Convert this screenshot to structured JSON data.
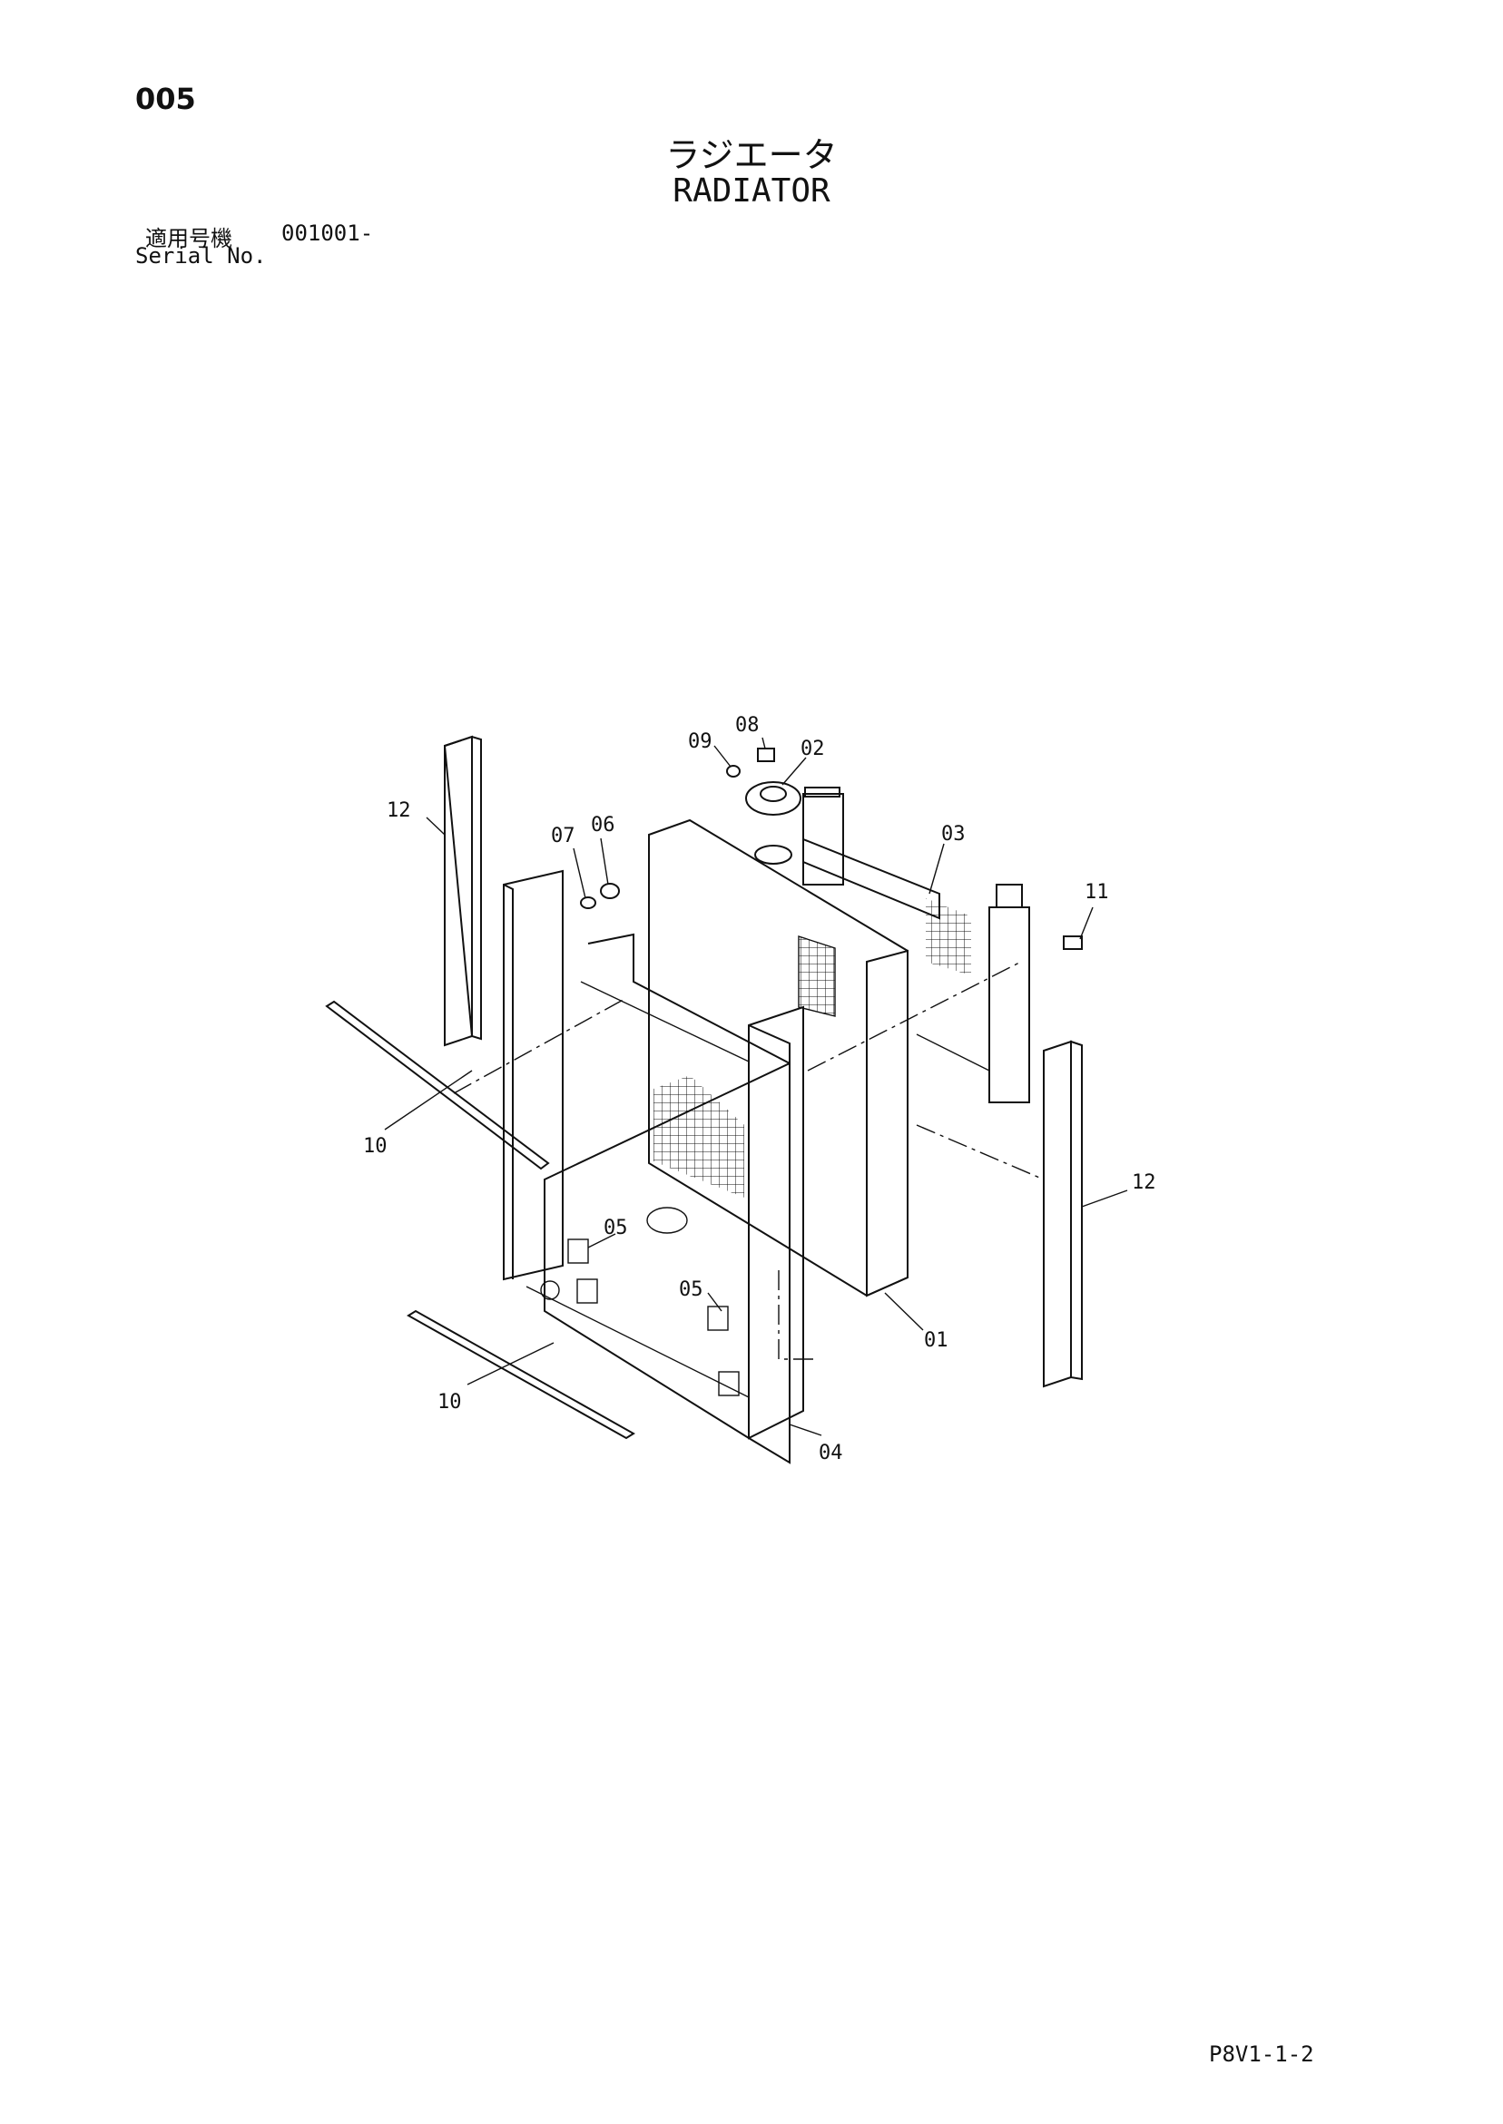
{
  "header": {
    "page_number": "005",
    "title_ja": "ラジエータ",
    "title_en": "RADIATOR",
    "serial_label_ja": "適用号機",
    "serial_value": "001001-",
    "serial_label_en": "Serial No."
  },
  "footer": {
    "sheet_code": "P8V1-1-2"
  },
  "callouts": {
    "radiator": "01",
    "cap": "02",
    "tank": "03",
    "frame": "04",
    "mount_left": "05",
    "mount_right": "05",
    "seal_06": "06",
    "seal_07": "07",
    "bolt_08": "08",
    "washer_09": "09",
    "strip_left_upper": "10",
    "strip_left_lower": "10",
    "bolt_11": "11",
    "block_left": "12",
    "block_right": "12"
  }
}
